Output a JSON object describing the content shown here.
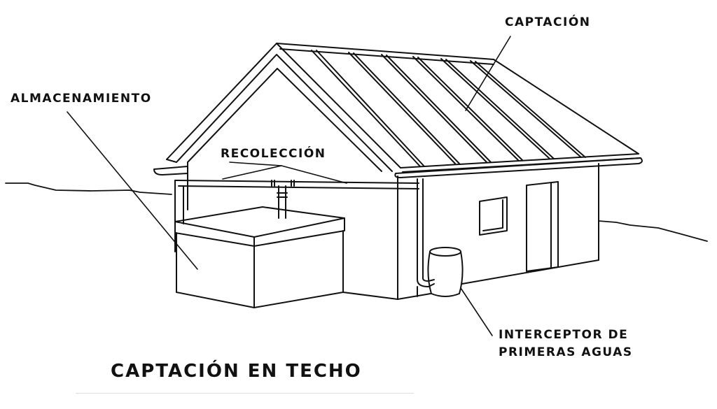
{
  "diagram": {
    "title": "CAPTACIÓN EN TECHO",
    "labels": {
      "captacion": "CAPTACIÓN",
      "almacenamiento": "ALMACENAMIENTO",
      "recoleccion": "RECOLECCIÓN",
      "interceptor_line1": "INTERCEPTOR DE",
      "interceptor_line2": "PRIMERAS AGUAS"
    },
    "colors": {
      "ink": "#111111",
      "background": "#ffffff"
    }
  }
}
